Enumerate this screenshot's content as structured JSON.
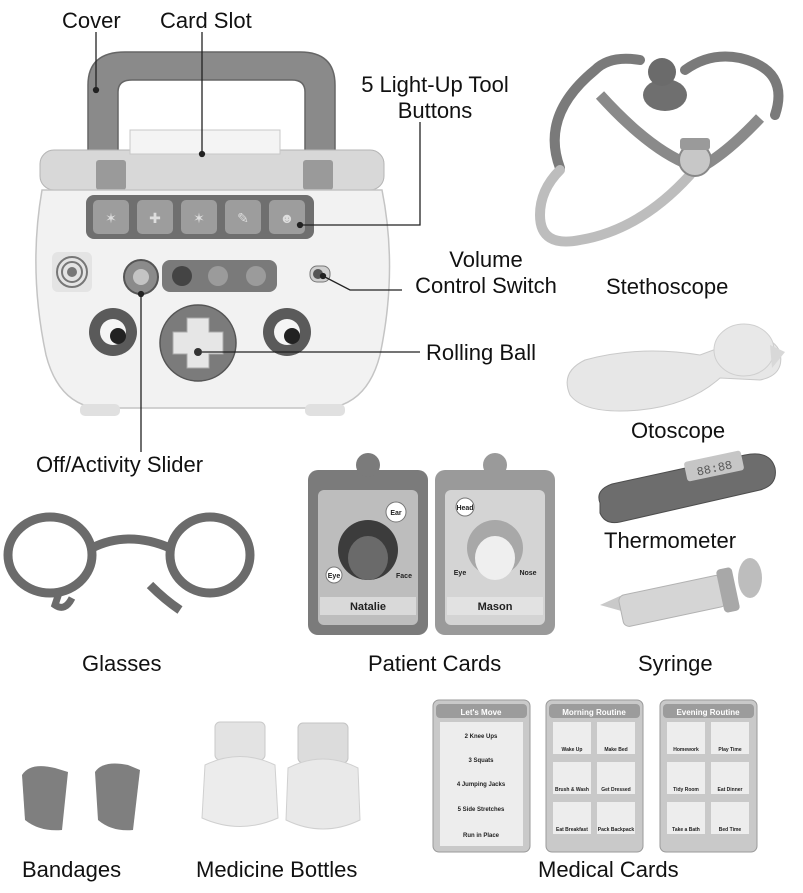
{
  "labels": {
    "cover": "Cover",
    "card_slot": "Card Slot",
    "tool_buttons_line1": "5 Light-Up Tool",
    "tool_buttons_line2": "Buttons",
    "volume_line1": "Volume",
    "volume_line2": "Control Switch",
    "rolling_ball": "Rolling Ball",
    "slider": "Off/Activity Slider",
    "stethoscope": "Stethoscope",
    "otoscope": "Otoscope",
    "thermometer": "Thermometer",
    "syringe": "Syringe",
    "glasses": "Glasses",
    "patient_cards": "Patient Cards",
    "bandages": "Bandages",
    "medicine_bottles": "Medicine Bottles",
    "medical_cards": "Medical Cards"
  },
  "patient_cards": {
    "card1": {
      "name": "Natalie",
      "tags": [
        "Ear",
        "Eye",
        "Face"
      ]
    },
    "card2": {
      "name": "Mason",
      "tags": [
        "Head",
        "Eye",
        "Nose"
      ]
    }
  },
  "medical_cards": {
    "card1": {
      "title": "Let's Move",
      "items": [
        "2 Knee Ups",
        "3 Squats",
        "4 Jumping Jacks",
        "5 Side Stretches",
        "Run in Place"
      ]
    },
    "card2": {
      "title": "Morning Routine",
      "items": [
        "Wake Up",
        "Make Bed",
        "Brush & Wash",
        "Get Dressed",
        "Eat Breakfast",
        "Pack Backpack"
      ]
    },
    "card3": {
      "title": "Evening Routine",
      "items": [
        "Homework",
        "Play Time",
        "Tidy Room",
        "Eat Dinner",
        "Take a Bath",
        "Bed Time"
      ]
    }
  },
  "device": {
    "display": "88:88"
  }
}
